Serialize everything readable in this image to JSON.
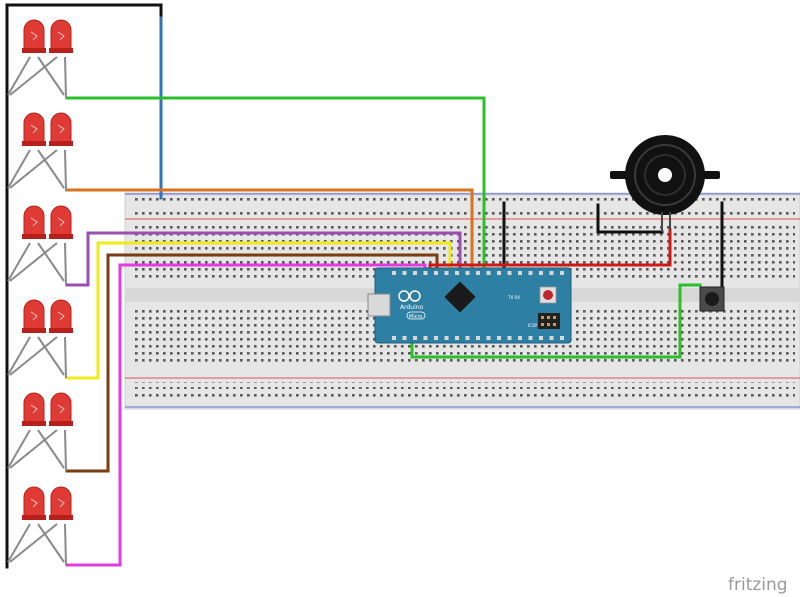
{
  "arduino": {
    "brand_line1": "Arduino",
    "brand_line2": "Micro",
    "icsp_label": "ICSP",
    "tx_rx_label": "TX RX"
  },
  "watermark": "fritzing",
  "colors": {
    "led": "#e03a35",
    "led_dark": "#b8201c",
    "board": "#2d7fa3",
    "breadboard": "#e6e6e6",
    "rail_red": "#e05050",
    "rail_blue": "#5a6ad8",
    "wire_black": "#111111",
    "wire_blue": "#2e74c0",
    "wire_green": "#2bbf2b",
    "wire_orange": "#d9731f",
    "wire_purple": "#9a4fb0",
    "wire_yellow": "#f2ea1b",
    "wire_brown": "#7a3d10",
    "wire_magenta": "#e23be0",
    "wire_red": "#d01818"
  }
}
